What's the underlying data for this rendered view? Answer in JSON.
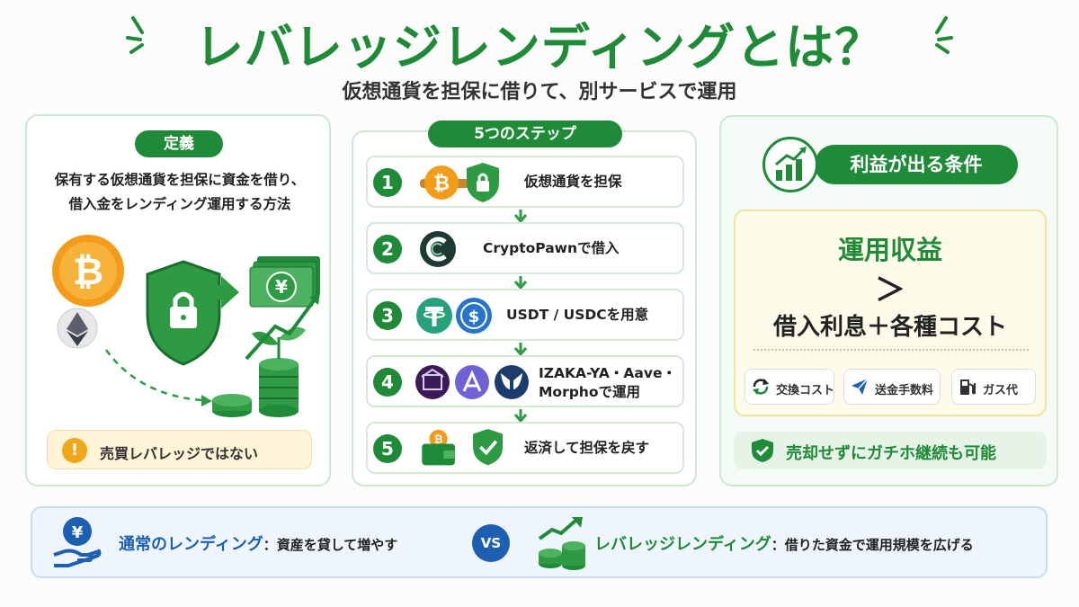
{
  "header": {
    "title": "レバレッジレンディングとは？",
    "subtitle": "仮想通貨を担保に借りて、別サービスで運用"
  },
  "definition": {
    "pill": "定義",
    "text_line1": "保有する仮想通貨を担保に資金を借り、",
    "text_line2": "借入金をレンディング運用する方法",
    "note": "売買レバレッジではない"
  },
  "steps": {
    "pill": "5つのステップ",
    "items": [
      {
        "num": "1",
        "label": "仮想通貨を担保"
      },
      {
        "num": "2",
        "label": "CryptoPawnで借入"
      },
      {
        "num": "3",
        "label": "USDT / USDCを用意"
      },
      {
        "num": "4",
        "label_line1": "IZAKA-YA・Aave・",
        "label_line2": "Morphoで運用"
      },
      {
        "num": "5",
        "label": "返済して担保を戻す"
      }
    ]
  },
  "conditions": {
    "pill": "利益が出る条件",
    "income": "運用収益",
    "gt": "＞",
    "cost": "借入利息＋各種コスト",
    "chips": [
      "交換コスト",
      "送金手数料",
      "ガス代"
    ],
    "note": "売却せずにガチホ継続も可能"
  },
  "comparison": {
    "left_title": "通常のレンディング",
    "left_desc": "：資産を貸して増やす",
    "vs": "VS",
    "right_title": "レバレッジレンディング",
    "right_desc": "：借りた資金で運用規模を広げる"
  },
  "colors": {
    "primary_green": "#1f8a38",
    "blue": "#1d5fb0",
    "bitcoin_orange": "#f39c1a",
    "note_yellow": "#fff4d8"
  }
}
